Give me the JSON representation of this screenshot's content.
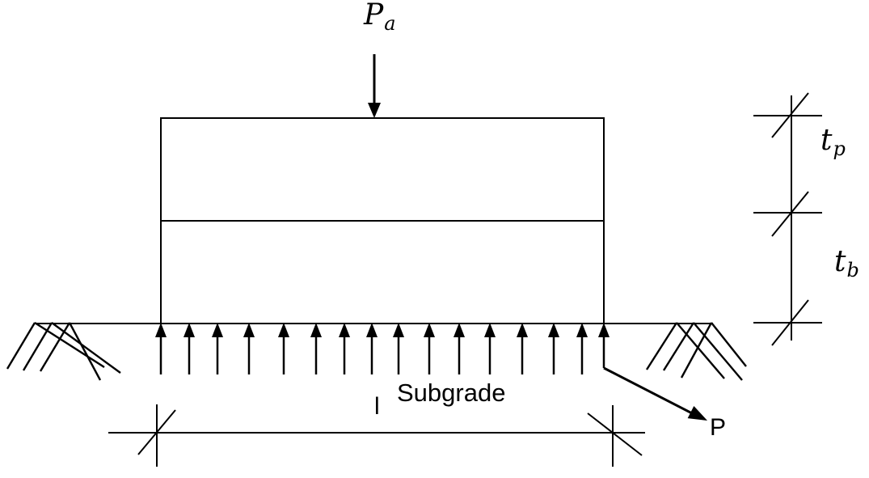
{
  "labels": {
    "applied_load": {
      "base": "P",
      "sub": "a"
    },
    "pavement_thickness": {
      "base": "t",
      "sub": "p"
    },
    "base_thickness": {
      "base": "t",
      "sub": "b"
    },
    "subgrade": "Subgrade",
    "length": "l",
    "reaction_pressure": "P"
  },
  "colors": {
    "line": "#000000",
    "background": "#ffffff"
  }
}
